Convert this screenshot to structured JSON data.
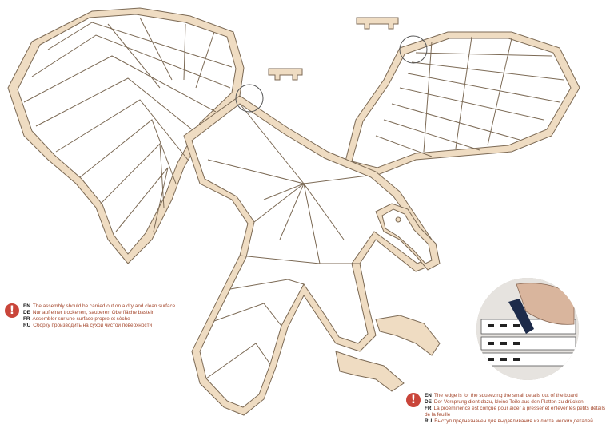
{
  "note_top": {
    "icon": "exclamation-icon",
    "lines": [
      {
        "lang": "EN",
        "text": "The assembly should be carried out on a dry and clean surface."
      },
      {
        "lang": "DE",
        "text": "Nur auf einer trockenen, sauberen Oberfläche basteln"
      },
      {
        "lang": "FR",
        "text": "Assembler sur une surface propre et sèche"
      },
      {
        "lang": "RU",
        "text": "Сборку производить на сухой чистой поверхности"
      }
    ]
  },
  "note_bottom": {
    "icon": "exclamation-icon",
    "lines": [
      {
        "lang": "EN",
        "text": "The ledge is for the squeezing the small details out of the board"
      },
      {
        "lang": "DE",
        "text": "Der Vorsprung dient dazu, kleine Teile aus den Platten zu drücken"
      },
      {
        "lang": "FR",
        "text": "La proéminence est conçue pour aider à presser et enlever les petits détails de la feuille"
      },
      {
        "lang": "RU",
        "text": "Выступ предназначен для выдавливания из листа мелких деталей"
      }
    ]
  },
  "colors": {
    "wood": "#efdcc2",
    "wood_edge": "#7c6a55",
    "label": "#c9453a",
    "accent_text": "#a4462b"
  }
}
